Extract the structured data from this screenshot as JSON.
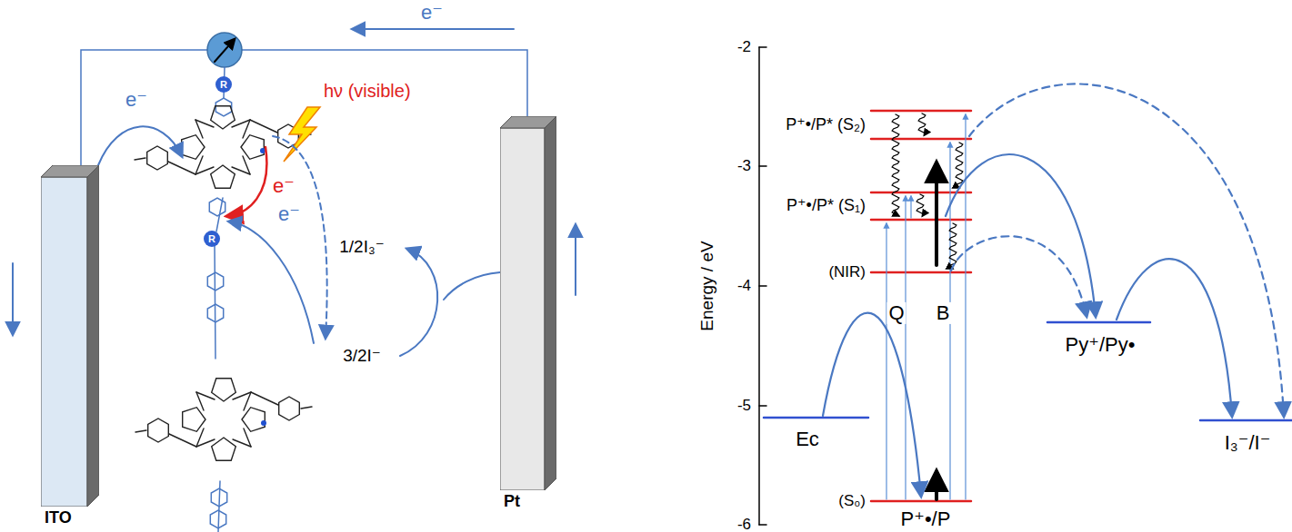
{
  "diagram": {
    "nodes": [
      {
        "text": [
          "ITO"
        ]
      },
      {
        "text": [
          "R"
        ]
      },
      {
        "text": [
          "R"
        ]
      },
      {
        "text": [
          "Pt"
        ]
      }
    ],
    "edges": [
      {
        "from": 0,
        "to": 3,
        "arrow": "none"
      }
    ],
    "labels": [
      "e⁻",
      "e⁻",
      "hν (visible)",
      "e⁻",
      "e⁻",
      "1/2I₃⁻",
      "3/2I⁻",
      "-2",
      "-3",
      "-4",
      "-5",
      "-6",
      "Energy / eV",
      "P⁺•/P* (S₂)",
      "P⁺•/P* (S₁)",
      "(NIR)",
      "Q",
      "B",
      "(S₀)",
      "P⁺•/P",
      "Ec",
      "Py⁺/Py•",
      "I₃⁻/I⁻"
    ]
  }
}
